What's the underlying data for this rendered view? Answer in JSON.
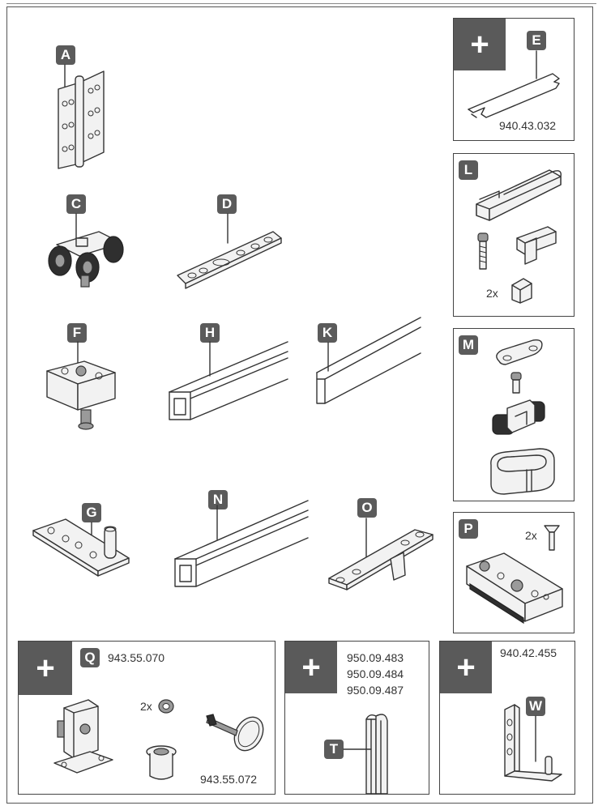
{
  "badges": {
    "A": "A",
    "C": "C",
    "D": "D",
    "E": "E",
    "F": "F",
    "G": "G",
    "H": "H",
    "K": "K",
    "L": "L",
    "M": "M",
    "N": "N",
    "O": "O",
    "P": "P",
    "Q": "Q",
    "T": "T",
    "W": "W"
  },
  "plus_symbol": "+",
  "codes": {
    "E": "940.43.032",
    "Q_main": "943.55.070",
    "Q_key": "943.55.072",
    "T": [
      "950.09.483",
      "950.09.484",
      "950.09.487"
    ],
    "W": "940.42.455"
  },
  "quantities": {
    "L_cap": "2x",
    "P_screw": "2x",
    "Q_washer": "2x"
  },
  "icons": [
    "hinge",
    "trolley",
    "plate",
    "stopper",
    "pivot-plate",
    "track",
    "profile",
    "guide",
    "screw",
    "end-cap",
    "key",
    "bushing",
    "seal-profile",
    "angle-bracket"
  ]
}
